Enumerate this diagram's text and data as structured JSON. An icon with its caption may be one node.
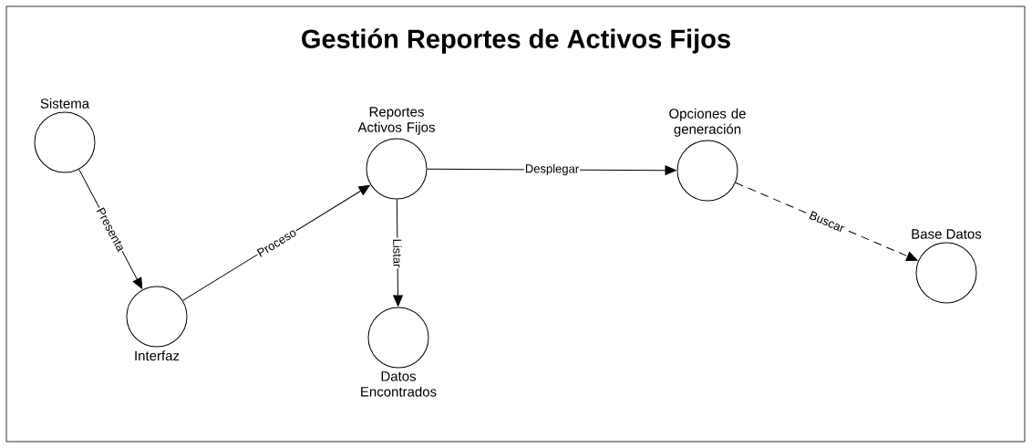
{
  "diagram": {
    "title": "Gestión Reportes de Activos Fijos",
    "nodes": [
      {
        "text": [
          "Sistema"
        ]
      },
      {
        "text": [
          "Interfaz"
        ]
      },
      {
        "text": [
          "Reportes Activos Fijos"
        ]
      },
      {
        "text": [
          "Datos Encontrados"
        ]
      },
      {
        "text": [
          "Opciones de generación"
        ]
      },
      {
        "text": [
          "Base Datos"
        ]
      }
    ],
    "edges": [
      {
        "from": 0,
        "to": 1,
        "arrow": "to",
        "label": "Presenta"
      },
      {
        "from": 1,
        "to": 2,
        "arrow": "to",
        "label": "Proceso"
      },
      {
        "from": 2,
        "to": 4,
        "arrow": "to",
        "label": "Desplegar"
      },
      {
        "from": 2,
        "to": 3,
        "arrow": "to",
        "label": "Listar"
      },
      {
        "from": 4,
        "to": 5,
        "arrow": "to",
        "label": "Buscar",
        "style": "dashed"
      }
    ]
  }
}
